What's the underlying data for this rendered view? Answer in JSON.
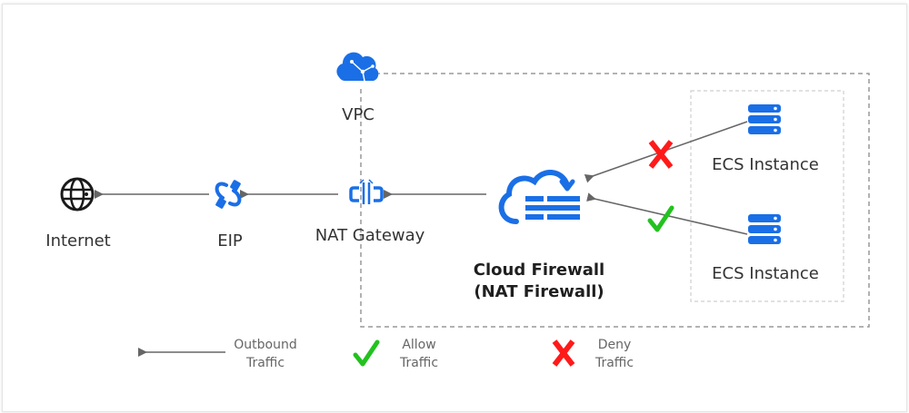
{
  "diagram": {
    "nodes": {
      "internet": {
        "label": "Internet",
        "icon": "globe-icon"
      },
      "eip": {
        "label": "EIP",
        "icon": "link-icon"
      },
      "nat_gateway": {
        "label": "NAT Gateway",
        "icon": "nat-gateway-icon"
      },
      "vpc": {
        "label": "VPC",
        "icon": "vpc-cloud-icon"
      },
      "cloud_firewall": {
        "label_line1": "Cloud Firewall",
        "label_line2": "(NAT Firewall)",
        "icon": "cloud-firewall-icon"
      },
      "ecs_1": {
        "label": "ECS Instance",
        "icon": "server-icon",
        "traffic": "deny"
      },
      "ecs_2": {
        "label": "ECS Instance",
        "icon": "server-icon",
        "traffic": "allow"
      }
    },
    "legend": {
      "outbound": {
        "line1": "Outbound",
        "line2": "Traffic"
      },
      "allow": {
        "line1": "Allow",
        "line2": "Traffic",
        "color": "#22c21f"
      },
      "deny": {
        "line1": "Deny",
        "line2": "Traffic",
        "color": "#ff1a1a"
      }
    },
    "colors": {
      "icon_blue": "#1a6fe6",
      "arrow": "#666666",
      "dashed": "#9a9a9a"
    }
  }
}
